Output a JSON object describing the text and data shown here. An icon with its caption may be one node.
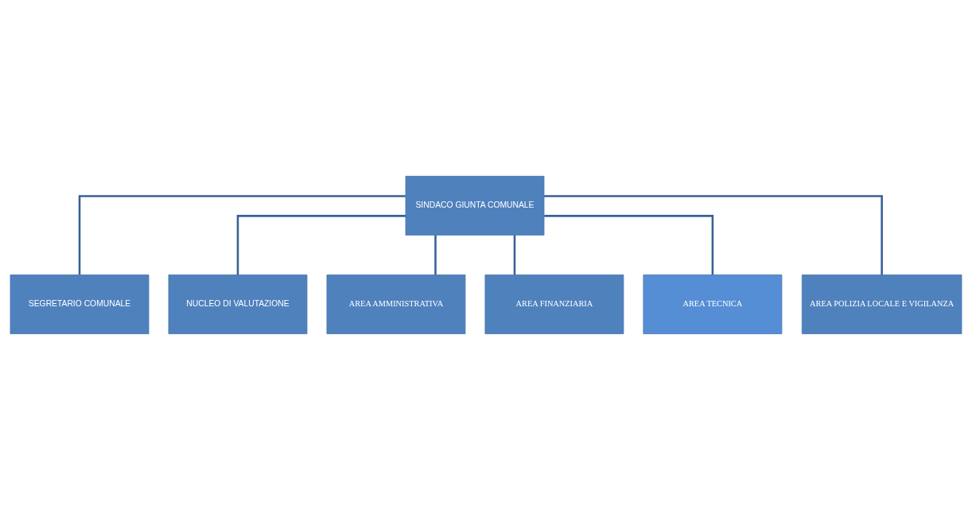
{
  "diagram": {
    "nodes": [
      {
        "text": [
          "SINDACO GIUNTA COMUNALE"
        ]
      },
      {
        "text": [
          "SEGRETARIO COMUNALE"
        ]
      },
      {
        "text": [
          "NUCLEO DI VALUTAZIONE"
        ]
      },
      {
        "text": [
          "AREA AMMINISTRATIVA"
        ]
      },
      {
        "text": [
          "AREA FINANZIARIA"
        ]
      },
      {
        "text": [
          "AREA TECNICA"
        ]
      },
      {
        "text": [
          "AREA POLIZIA LOCALE E VIGILANZA"
        ]
      }
    ],
    "edges": [
      {
        "from": 0,
        "to": 1,
        "arrow": "none"
      },
      {
        "from": 0,
        "to": 2,
        "arrow": "none"
      },
      {
        "from": 0,
        "to": 3,
        "arrow": "none"
      },
      {
        "from": 0,
        "to": 4,
        "arrow": "none"
      },
      {
        "from": 0,
        "to": 5,
        "arrow": "none"
      },
      {
        "from": 0,
        "to": 6,
        "arrow": "none"
      }
    ]
  }
}
